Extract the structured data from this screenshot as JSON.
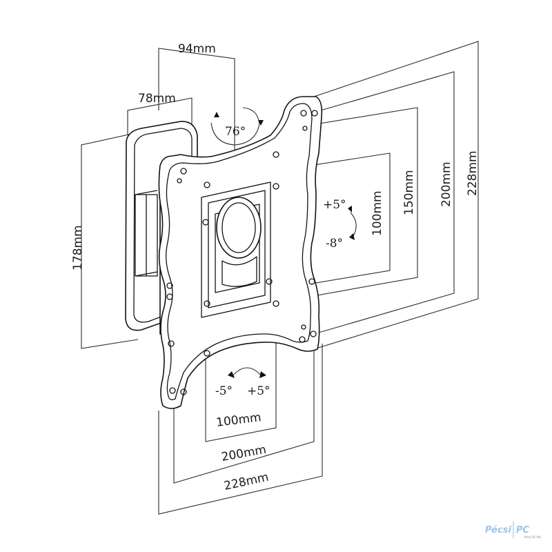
{
  "dimensions": {
    "arm_depth_max": "94mm",
    "arm_depth_min": "78mm",
    "wall_plate_height": "178mm",
    "vesa_h_small": "100mm",
    "vesa_h_medium": "200mm",
    "vesa_h_large": "228mm",
    "vesa_v_small": "100mm",
    "vesa_v_medium": "150mm",
    "vesa_v_large": "200mm",
    "vesa_v_max": "228mm"
  },
  "angles": {
    "swivel": "76°",
    "tilt_up": "+5°",
    "tilt_down": "-8°",
    "rotate_left": "-5°",
    "rotate_right": "+5°"
  },
  "logo": {
    "text_left": "Pécsi",
    "text_right": "PC",
    "tagline": "Pécsi PC Kft."
  },
  "colors": {
    "line": "#111111",
    "background": "#ffffff",
    "logo": "#9fc4e8"
  }
}
